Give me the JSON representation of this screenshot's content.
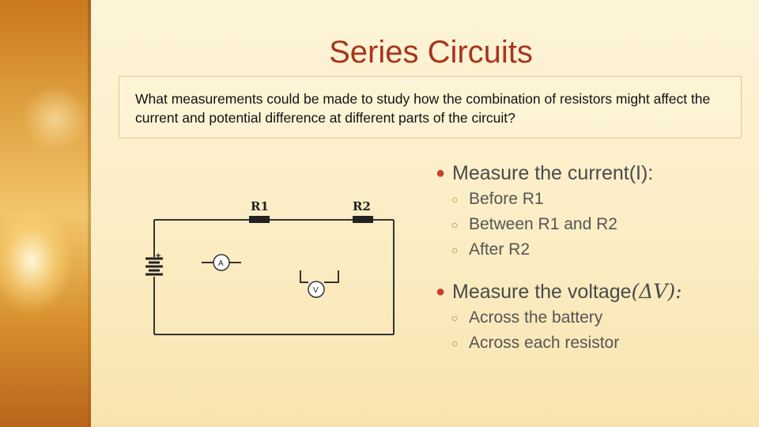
{
  "slide": {
    "title": "Series Circuits",
    "question": "What measurements could be made to study how the combination of resistors might affect the current and potential difference at different parts of the circuit?"
  },
  "circuit": {
    "r1_label": "R1",
    "r2_label": "R2",
    "ammeter_label": "A",
    "voltmeter_label": "V",
    "battery_plus": "+"
  },
  "bullets": {
    "current": {
      "heading": "Measure the current(I):",
      "items": [
        "Before R1",
        "Between R1 and R2",
        "After R2"
      ]
    },
    "voltage": {
      "heading_text": "Measure the voltage",
      "heading_math": "(ΔV):",
      "items": [
        "Across the battery",
        "Across each resistor"
      ]
    }
  },
  "colors": {
    "title": "#a8351b",
    "bullet": "#c7402b",
    "text": "#4a4a4a"
  }
}
